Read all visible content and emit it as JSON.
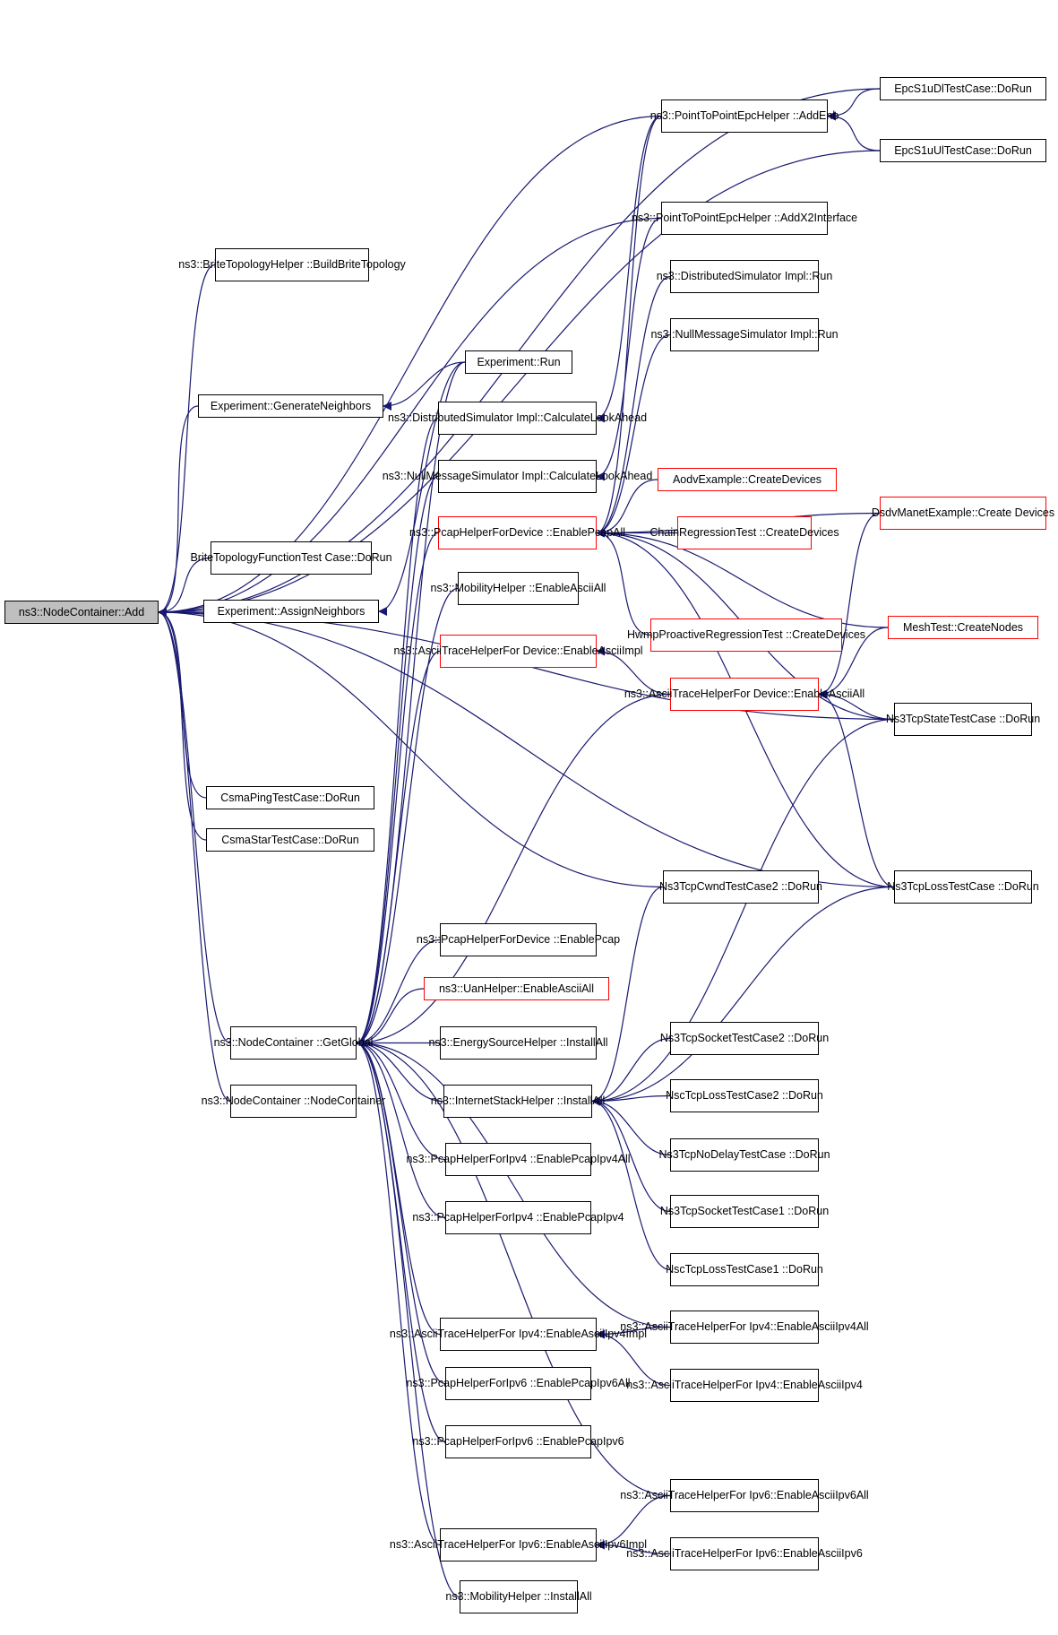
{
  "diagram": {
    "type": "call-graph",
    "colors": {
      "edge": "#191970",
      "box_border": "#000000",
      "highlight_border": "#ff0000",
      "root_fill": "#bfbfbf"
    },
    "nodes": {
      "root": {
        "label": "ns3::NodeContainer::Add",
        "red": false
      },
      "epcDl": {
        "label": "EpcS1uDlTestCase::DoRun",
        "red": false
      },
      "epcUl": {
        "label": "EpcS1uUlTestCase::DoRun",
        "red": false
      },
      "addEnb": {
        "label": "ns3::PointToPointEpcHelper\n::AddEnb",
        "red": false
      },
      "addX2": {
        "label": "ns3::PointToPointEpcHelper\n::AddX2Interface",
        "red": false
      },
      "brite": {
        "label": "ns3::BriteTopologyHelper\n::BuildBriteTopology",
        "red": false
      },
      "distRun": {
        "label": "ns3::DistributedSimulator\nImpl::Run",
        "red": false
      },
      "nullRun": {
        "label": "ns3::NullMessageSimulator\nImpl::Run",
        "red": false
      },
      "expRun": {
        "label": "Experiment::Run",
        "red": false
      },
      "genNeigh": {
        "label": "Experiment::GenerateNeighbors",
        "red": false
      },
      "distCalc": {
        "label": "ns3::DistributedSimulator\nImpl::CalculateLookAhead",
        "red": false
      },
      "nullCalc": {
        "label": "ns3::NullMessageSimulator\nImpl::CalculateLookAhead",
        "red": false
      },
      "aodv": {
        "label": "AodvExample::CreateDevices",
        "red": true
      },
      "dsdv": {
        "label": "DsdvManetExample::Create\nDevices",
        "red": true
      },
      "pcapAll": {
        "label": "ns3::PcapHelperForDevice\n::EnablePcapAll",
        "red": true
      },
      "chain": {
        "label": "ChainRegressionTest\n::CreateDevices",
        "red": true
      },
      "briteFn": {
        "label": "BriteTopologyFunctionTest\nCase::DoRun",
        "red": false
      },
      "mobAscii": {
        "label": "ns3::MobilityHelper\n::EnableAsciiAll",
        "red": false
      },
      "assignNeigh": {
        "label": "Experiment::AssignNeighbors",
        "red": false
      },
      "hwmp": {
        "label": "HwmpProactiveRegressionTest\n::CreateDevices",
        "red": true
      },
      "meshTest": {
        "label": "MeshTest::CreateNodes",
        "red": true
      },
      "asciiImpl": {
        "label": "ns3::AsciiTraceHelperFor\nDevice::EnableAsciiImpl",
        "red": true
      },
      "asciiAll": {
        "label": "ns3::AsciiTraceHelperFor\nDevice::EnableAsciiAll",
        "red": true
      },
      "tcpState": {
        "label": "Ns3TcpStateTestCase\n::DoRun",
        "red": false
      },
      "csmaPing": {
        "label": "CsmaPingTestCase::DoRun",
        "red": false
      },
      "csmaStar": {
        "label": "CsmaStarTestCase::DoRun",
        "red": false
      },
      "cwnd2": {
        "label": "Ns3TcpCwndTestCase2\n::DoRun",
        "red": false
      },
      "tcpLoss": {
        "label": "Ns3TcpLossTestCase\n::DoRun",
        "red": false
      },
      "pcapDev": {
        "label": "ns3::PcapHelperForDevice\n::EnablePcap",
        "red": false
      },
      "uan": {
        "label": "ns3::UanHelper::EnableAsciiAll",
        "red": true
      },
      "getGlobal": {
        "label": "ns3::NodeContainer\n::GetGlobal",
        "red": false
      },
      "energy": {
        "label": "ns3::EnergySourceHelper\n::InstallAll",
        "red": false
      },
      "sock2": {
        "label": "Ns3TcpSocketTestCase2\n::DoRun",
        "red": false
      },
      "inetInstall": {
        "label": "ns3::InternetStackHelper\n::InstallAll",
        "red": false
      },
      "nscLoss2": {
        "label": "NscTcpLossTestCase2\n::DoRun",
        "red": false
      },
      "ncCtor": {
        "label": "ns3::NodeContainer\n::NodeContainer",
        "red": false
      },
      "noDelay": {
        "label": "Ns3TcpNoDelayTestCase\n::DoRun",
        "red": false
      },
      "pcap4All": {
        "label": "ns3::PcapHelperForIpv4\n::EnablePcapIpv4All",
        "red": false
      },
      "sock1": {
        "label": "Ns3TcpSocketTestCase1\n::DoRun",
        "red": false
      },
      "pcap4": {
        "label": "ns3::PcapHelperForIpv4\n::EnablePcapIpv4",
        "red": false
      },
      "nscLoss1": {
        "label": "NscTcpLossTestCase1\n::DoRun",
        "red": false
      },
      "ascii4Impl": {
        "label": "ns3::AsciiTraceHelperFor\nIpv4::EnableAsciiIpv4Impl",
        "red": false
      },
      "ascii4All": {
        "label": "ns3::AsciiTraceHelperFor\nIpv4::EnableAsciiIpv4All",
        "red": false
      },
      "pcap6All": {
        "label": "ns3::PcapHelperForIpv6\n::EnablePcapIpv6All",
        "red": false
      },
      "ascii4": {
        "label": "ns3::AsciiTraceHelperFor\nIpv4::EnableAsciiIpv4",
        "red": false
      },
      "pcap6": {
        "label": "ns3::PcapHelperForIpv6\n::EnablePcapIpv6",
        "red": false
      },
      "ascii6All": {
        "label": "ns3::AsciiTraceHelperFor\nIpv6::EnableAsciiIpv6All",
        "red": false
      },
      "ascii6Impl": {
        "label": "ns3::AsciiTraceHelperFor\nIpv6::EnableAsciiIpv6Impl",
        "red": false
      },
      "ascii6": {
        "label": "ns3::AsciiTraceHelperFor\nIpv6::EnableAsciiIpv6",
        "red": false
      },
      "mobInstall": {
        "label": "ns3::MobilityHelper\n::InstallAll",
        "red": false
      }
    }
  }
}
